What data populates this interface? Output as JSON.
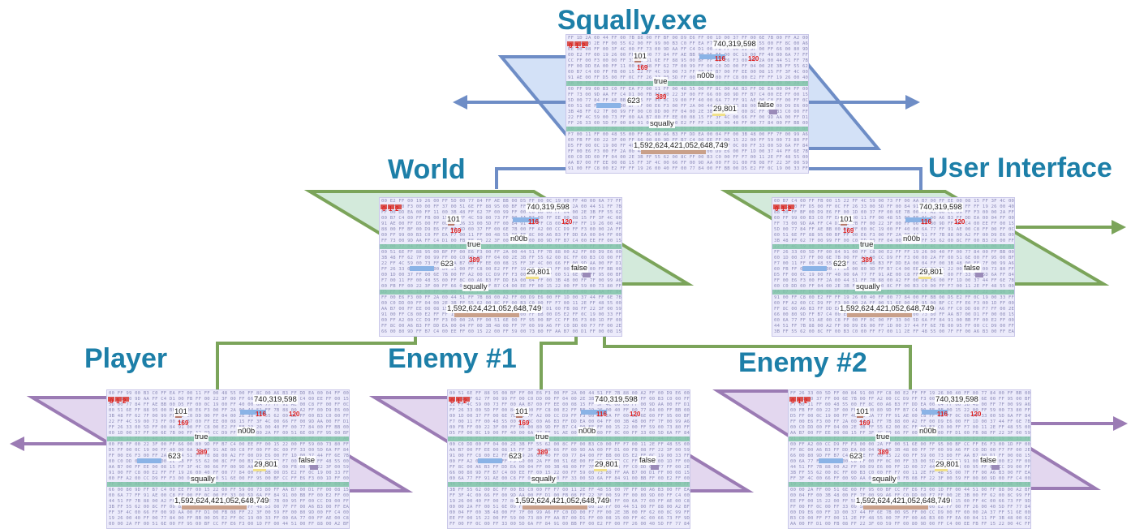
{
  "labels": {
    "root": "Squally.exe",
    "world": "World",
    "ui": "User Interface",
    "player": "Player",
    "enemy1": "Enemy #1",
    "enemy2": "Enemy #2"
  },
  "memory": {
    "big_number": "740,319,598",
    "small_number": "101",
    "n169": "169",
    "n116": "116",
    "n120": "120",
    "n389": "389",
    "idx0": "0",
    "idx1": "1",
    "idx2": "2",
    "bool_true": "true",
    "bool_false": "false",
    "text_n00b": "n00b",
    "n623": "623",
    "n29801": "29,801",
    "text_squally": "squally",
    "huge_number": "1,592,624,421,052,648,749"
  },
  "colors": {
    "label": "#1d7fa8",
    "blue": "#6e8dc6",
    "blue_fill": "#d3e1f7",
    "green": "#7ba45a",
    "green_fill": "#d3eadb",
    "purple": "#9b7bb4",
    "purple_fill": "#e3d7ef"
  }
}
